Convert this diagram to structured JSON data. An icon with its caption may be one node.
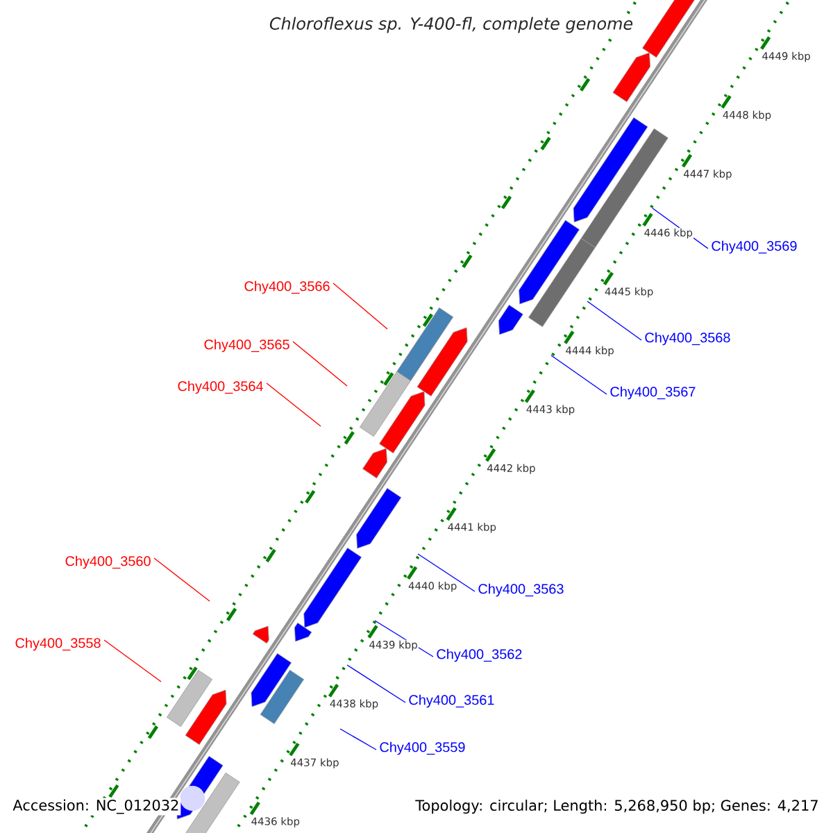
{
  "diagram": {
    "title": "Chloroflexus sp. Y-400-fl, complete genome",
    "nodes": [
      {
        "text": [
          "Chy400_3569"
        ]
      },
      {
        "text": [
          "Chy400_3566"
        ]
      },
      {
        "text": [
          "Chy400_3568"
        ]
      },
      {
        "text": [
          "Chy400_3565"
        ]
      },
      {
        "text": [
          "Chy400_3564"
        ]
      },
      {
        "text": [
          "Chy400_3567"
        ]
      },
      {
        "text": [
          "Chy400_3560"
        ]
      },
      {
        "text": [
          "Chy400_3563"
        ]
      },
      {
        "text": [
          "Chy400_3558"
        ]
      },
      {
        "text": [
          "Chy400_3562"
        ]
      },
      {
        "text": [
          "Chy400_3561"
        ]
      },
      {
        "text": [
          "Chy400_3559"
        ]
      }
    ],
    "edges": [
      {
        "from": 0,
        "to": null,
        "arrow": "none"
      },
      {
        "from": 1,
        "to": null,
        "arrow": "none",
        "color": "#ff0000"
      },
      {
        "from": 2,
        "to": null,
        "arrow": "none"
      },
      {
        "from": 3,
        "to": null,
        "arrow": "none",
        "color": "#ff0000"
      },
      {
        "from": 4,
        "to": null,
        "arrow": "none",
        "color": "#ff0000"
      },
      {
        "from": 5,
        "to": null,
        "arrow": "none"
      },
      {
        "from": 6,
        "to": null,
        "arrow": "none",
        "color": "#ff0000"
      },
      {
        "from": 7,
        "to": null,
        "arrow": "none"
      },
      {
        "from": 8,
        "to": null,
        "arrow": "none",
        "color": "#ff0000"
      },
      {
        "from": 9,
        "to": null,
        "arrow": "none"
      },
      {
        "from": 10,
        "to": null,
        "arrow": "none"
      },
      {
        "from": 11,
        "to": null,
        "arrow": "none"
      }
    ],
    "labels": [
      "4449 kbp",
      "4448 kbp",
      "4447 kbp",
      "4446 kbp",
      "4445 kbp",
      "4444 kbp",
      "4443 kbp",
      "4442 kbp",
      "4441 kbp",
      "4440 kbp",
      "4439 kbp",
      "4438 kbp",
      "4437 kbp",
      "4436 kbp",
      "Accession: NC_012032",
      "Topology: circular; Length: 5,268,950 bp; Genes: 4,217"
    ]
  }
}
